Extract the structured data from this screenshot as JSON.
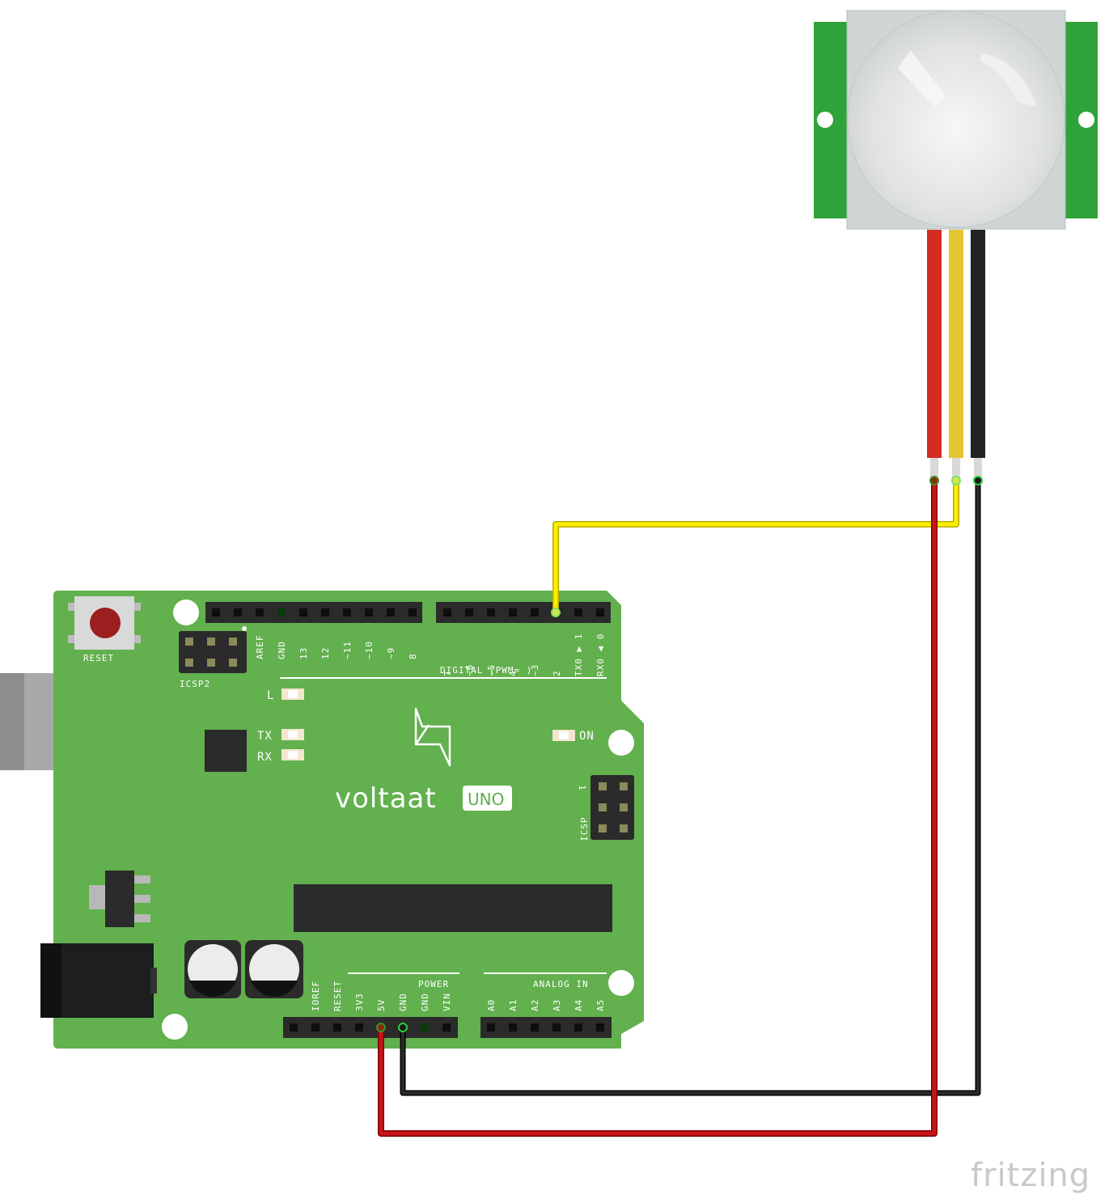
{
  "diagram": {
    "board": {
      "brand": "voltaat",
      "model": "UNO",
      "reset_label": "RESET",
      "icsp2_label": "ICSP2",
      "icsp_label": "ICSP",
      "icsp_pin1": "1",
      "led_l": "L",
      "led_tx": "TX",
      "led_rx": "RX",
      "led_on": "ON",
      "digital_header_label": "DIGITAL (PWM=   )",
      "power_header_label": "POWER",
      "analog_header_label": "ANALOG IN",
      "digital_pins_left": [
        "AREF",
        "GND",
        "13",
        "12",
        "~11",
        "~10",
        "~9",
        "8"
      ],
      "digital_pins_right": [
        "7",
        "~6",
        "~5",
        "4",
        "~3",
        "2",
        "TX0 ▶ 1",
        "RX0 ◀ 0"
      ],
      "power_pins": [
        "IOREF",
        "RESET",
        "3V3",
        "5V",
        "GND",
        "GND",
        "VIN"
      ],
      "analog_pins": [
        "A0",
        "A1",
        "A2",
        "A3",
        "A4",
        "A5"
      ]
    },
    "sensor": {
      "name": "PIR motion sensor"
    },
    "wires": [
      {
        "from": "sensor.VCC",
        "to": "board.5V",
        "color": "#c8141b"
      },
      {
        "from": "sensor.OUT",
        "to": "board.D2",
        "color": "#ffee00"
      },
      {
        "from": "sensor.GND",
        "to": "board.GND",
        "color": "#1c1c1c"
      }
    ],
    "colors": {
      "board": "#62b04e",
      "board_edge": "#4f9a3d",
      "header": "#2b2b2b",
      "pir_pcb": "#2fa33a",
      "pir_body": "#d0d6d6",
      "dome": "#e4e6e6"
    }
  },
  "watermark": "fritzing"
}
